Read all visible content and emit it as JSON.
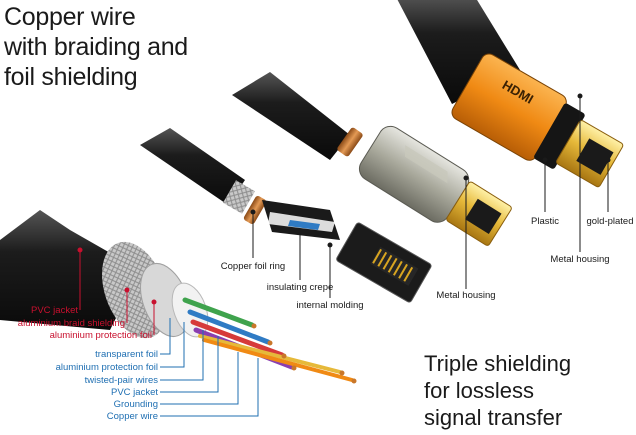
{
  "headline": {
    "line1": "Copper wire",
    "line2": "with braiding and",
    "line3": "foil shielding"
  },
  "tagline": {
    "line1": "Triple shielding",
    "line2": "for lossless",
    "line3": "signal transfer"
  },
  "connector_logo": "HDMI",
  "labels": {
    "pvc_jacket_outer": "PVC jacket",
    "aluminium_braid": "aluminium braid shielding",
    "aluminium_foil": "aluminium protection foil",
    "transparent_foil": "transparent foil",
    "aluminium_protection_foil": "aluminium protection foil",
    "twisted_pair": "twisted-pair wires",
    "pvc_jacket_inner": "PVC jacket",
    "grounding": "Grounding",
    "copper_wire": "Copper wire",
    "copper_foil_ring": "Copper foil ring",
    "insulating_crepe": "insulating crepe",
    "internal_molding": "internal molding",
    "metal_housing_1": "Metal housing",
    "metal_housing_2": "Metal housing",
    "plastic": "Plastic",
    "gold_plated": "gold-plated"
  },
  "colors": {
    "red_labels": "#c8102e",
    "blue_labels": "#1f6fb2",
    "dark_labels": "#1a1a1a",
    "gold": "#d9a520",
    "orange_housing": "#f08a14",
    "cable_black": "#1c1c1c"
  }
}
